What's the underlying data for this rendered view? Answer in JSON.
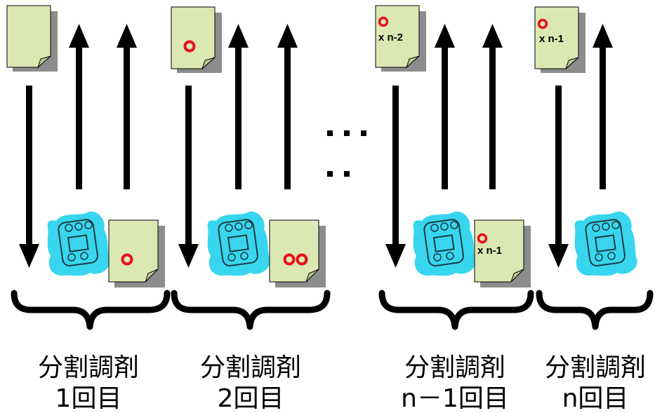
{
  "colors": {
    "paper": "#dbe8b4",
    "paper_shadow": "#8c8c8c",
    "stamp": "#e8101a",
    "pills": "#38d6ee",
    "pills_line": "#1a3b45",
    "ink": "#000000"
  },
  "groups": [
    {
      "line1": "分割調剤",
      "line2": "1回目",
      "top_prescription": {
        "stamps": 0,
        "label": ""
      },
      "bottom_prescription": {
        "stamps": 1,
        "label": ""
      },
      "has_pill_icon": true
    },
    {
      "line1": "分割調剤",
      "line2": "2回目",
      "top_prescription": {
        "stamps": 1,
        "label": ""
      },
      "bottom_prescription": {
        "stamps": 2,
        "label": ""
      },
      "has_pill_icon": true
    },
    {
      "line1": "分割調剤",
      "line2": "n－1回目",
      "top_prescription": {
        "stamps": 1,
        "label": "x n-2"
      },
      "bottom_prescription": {
        "stamps": 1,
        "label": "x n-1"
      },
      "has_pill_icon": true
    },
    {
      "line1": "分割調剤",
      "line2": "n回目",
      "top_prescription": {
        "stamps": 1,
        "label": "x n-1"
      },
      "bottom_prescription": null,
      "has_pill_icon": true
    }
  ],
  "ellipsis": {
    "icon": "ellipsis-dots",
    "rows": [
      3,
      2
    ]
  }
}
